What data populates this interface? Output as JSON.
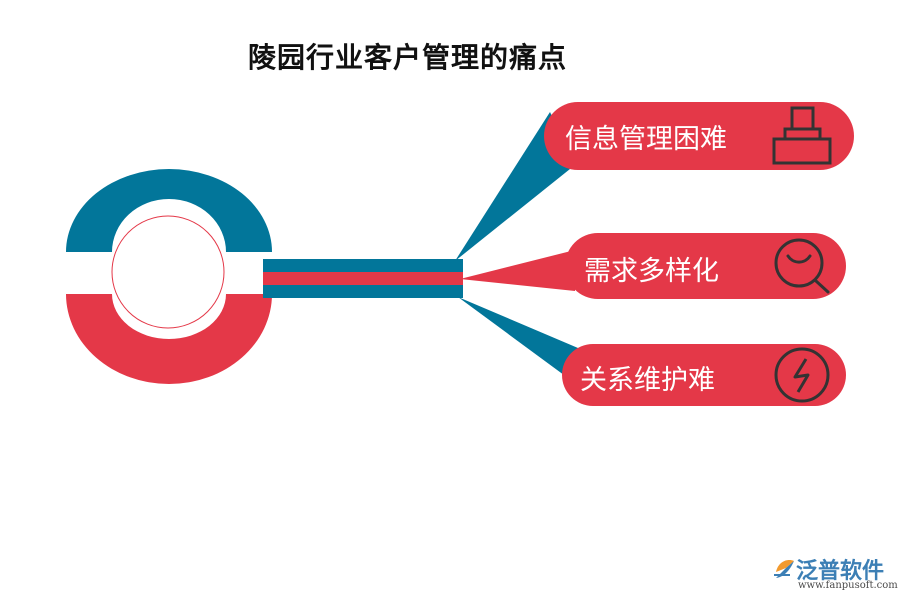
{
  "title": "陵园行业客户管理的痛点",
  "colors": {
    "blue": "#02769a",
    "red": "#e43848",
    "icon": "#333333"
  },
  "items": [
    {
      "label": "信息管理困难",
      "icon": "printer-icon"
    },
    {
      "label": "需求多样化",
      "icon": "magnifier-icon"
    },
    {
      "label": "关系维护难",
      "icon": "lightning-icon"
    }
  ],
  "watermark": {
    "brand": "泛普软件",
    "url": "www.fanpusoft.com"
  }
}
